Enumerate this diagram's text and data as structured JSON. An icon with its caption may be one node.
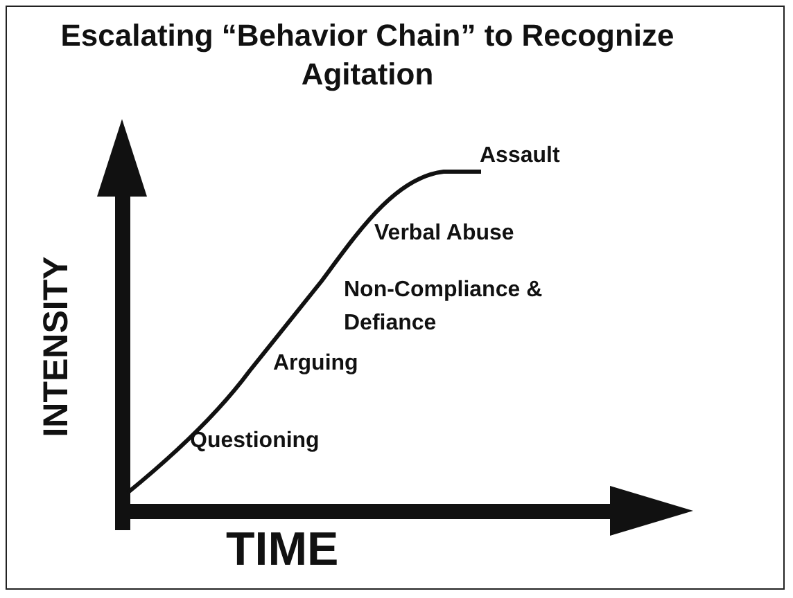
{
  "diagram": {
    "title": "Escalating “Behavior Chain” to Recognize Agitation",
    "labels": [
      "Assault",
      "Verbal Abuse",
      "Non-Compliance & Defiance",
      "Arguing",
      "Questioning",
      "INTENSITY",
      "TIME"
    ]
  }
}
